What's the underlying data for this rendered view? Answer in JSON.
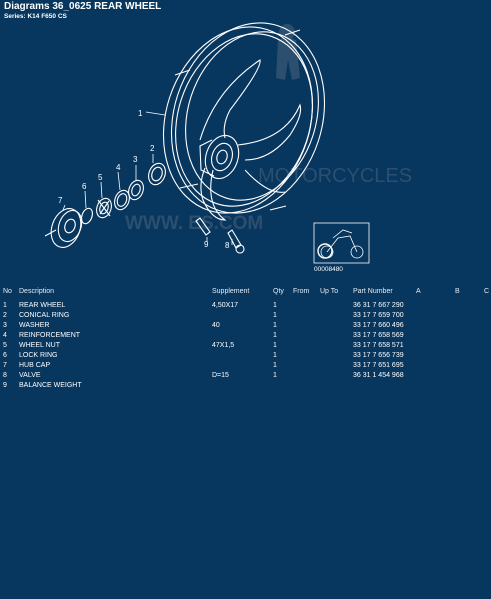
{
  "header": {
    "title": "Diagrams 36_0625 REAR WHEEL",
    "subtitle": "Series: K14 F650 CS"
  },
  "diagram": {
    "callouts": [
      "1",
      "2",
      "3",
      "4",
      "5",
      "6",
      "7",
      "8",
      "9"
    ],
    "inset_code": "00008480",
    "watermark_text": "MOTORCYCLES",
    "watermark_url": "WWW.        ES.COM",
    "colors": {
      "background": "#07365e",
      "line": "#ffffff",
      "watermark": "#2c4f6f"
    }
  },
  "table": {
    "headers": {
      "no": "No",
      "desc": "Description",
      "sup": "Supplement",
      "qty": "Qty",
      "from": "From",
      "to": "Up To",
      "pn": "Part Number",
      "a": "A",
      "b": "B",
      "c": "C"
    },
    "rows": [
      {
        "no": "1",
        "desc": "REAR WHEEL",
        "sup": "4,50X17",
        "qty": "1",
        "pn": "36 31 7 667 290"
      },
      {
        "no": "2",
        "desc": "CONICAL RING",
        "sup": "",
        "qty": "1",
        "pn": "33 17 7 659 700"
      },
      {
        "no": "3",
        "desc": "WASHER",
        "sup": "40",
        "qty": "1",
        "pn": "33 17 7 660 496"
      },
      {
        "no": "4",
        "desc": "REINFORCEMENT",
        "sup": "",
        "qty": "1",
        "pn": "33 17 7 658 569"
      },
      {
        "no": "5",
        "desc": "WHEEL NUT",
        "sup": "47X1,5",
        "qty": "1",
        "pn": "33 17 7 658 571"
      },
      {
        "no": "6",
        "desc": "LOCK RING",
        "sup": "",
        "qty": "1",
        "pn": "33 17 7 656 739"
      },
      {
        "no": "7",
        "desc": "HUB CAP",
        "sup": "",
        "qty": "1",
        "pn": "33 17 7 651 695"
      },
      {
        "no": "8",
        "desc": "VALVE",
        "sup": "D=15",
        "qty": "1",
        "pn": "36 31 1 454 968"
      },
      {
        "no": "9",
        "desc": "BALANCE WEIGHT",
        "sup": "",
        "qty": "",
        "pn": ""
      }
    ]
  }
}
